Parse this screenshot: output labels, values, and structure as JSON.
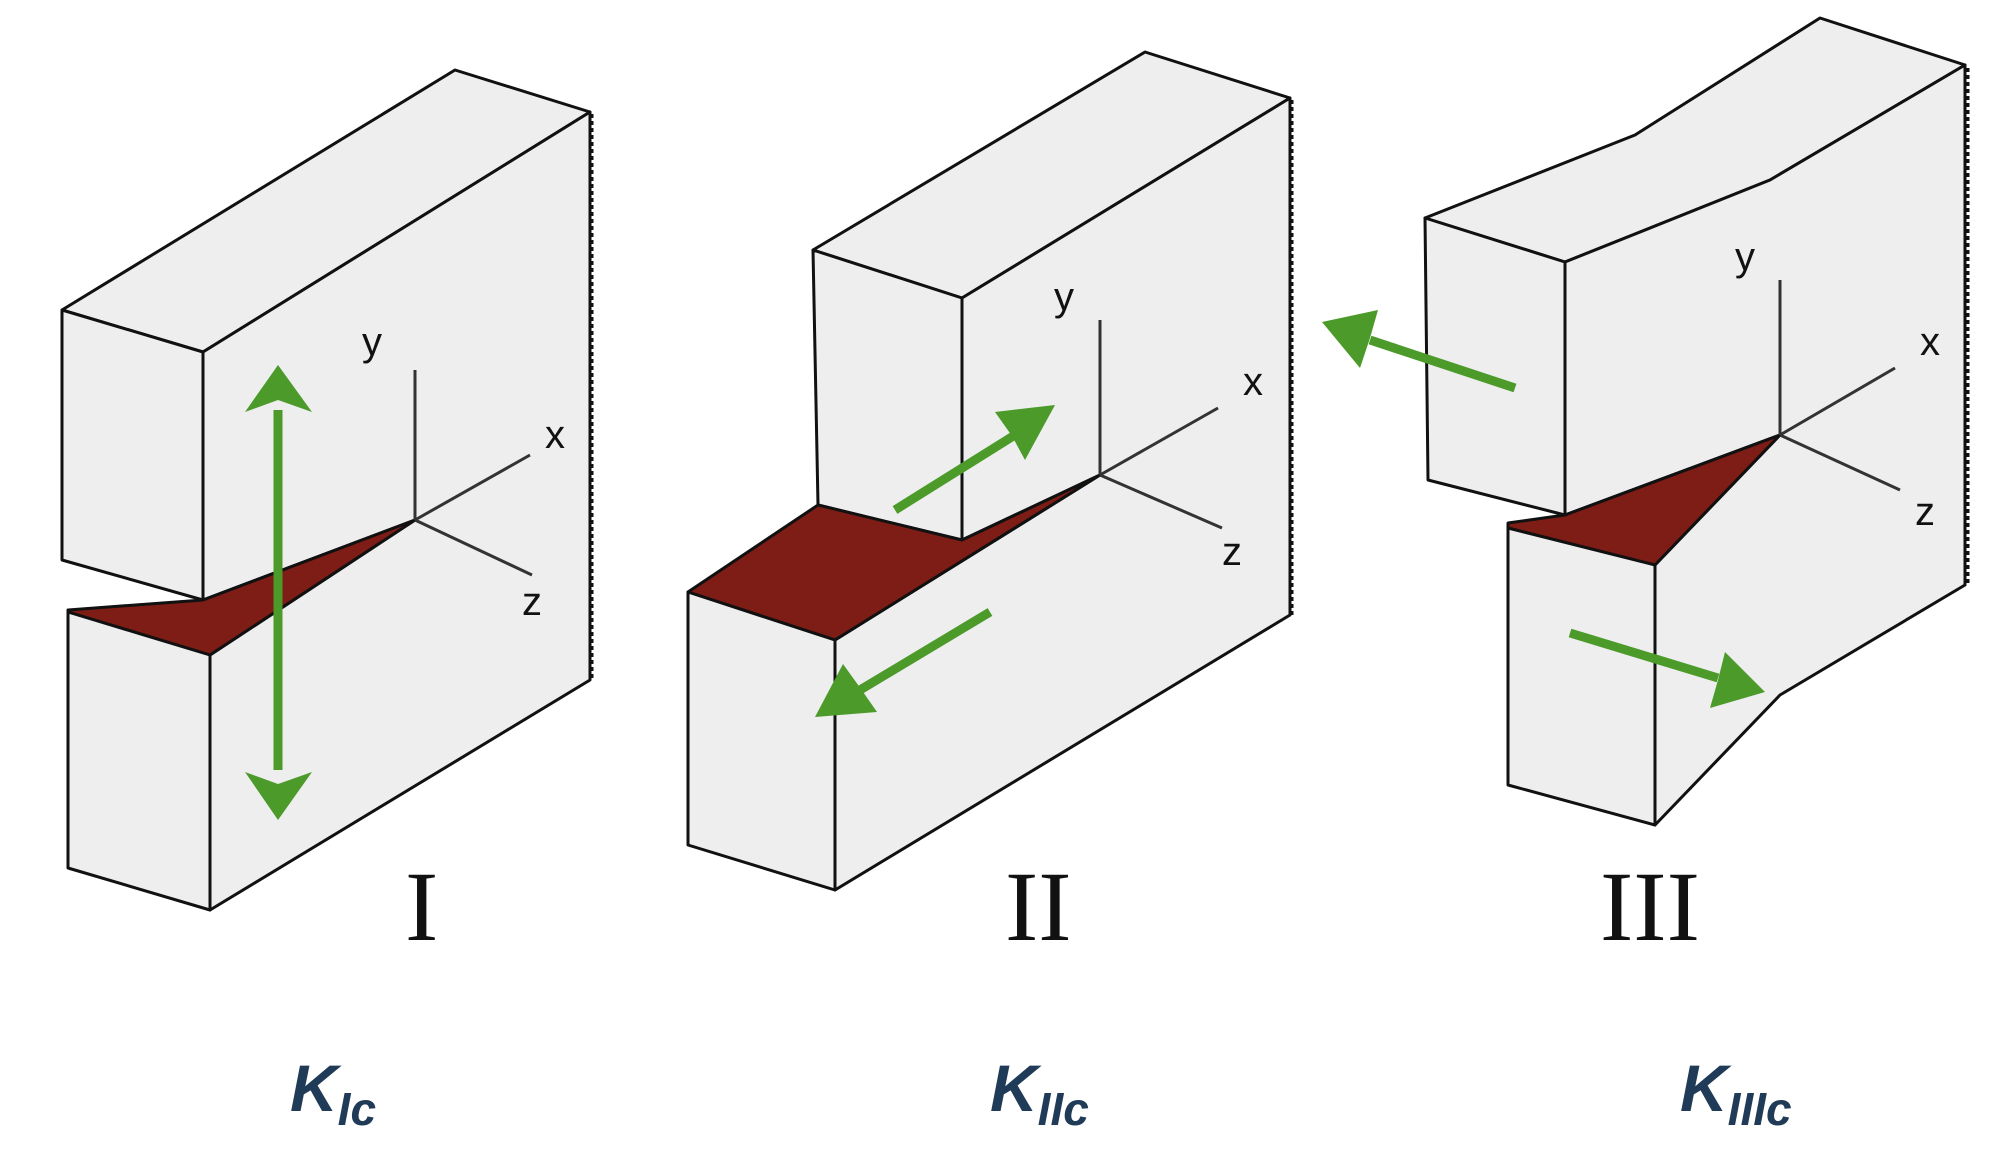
{
  "modes": [
    {
      "numeral": "I",
      "k_main": "K",
      "k_sub": "Ic"
    },
    {
      "numeral": "II",
      "k_main": "K",
      "k_sub": "IIc"
    },
    {
      "numeral": "III",
      "k_main": "K",
      "k_sub": "IIIc"
    }
  ],
  "axes": {
    "x": "x",
    "y": "y",
    "z": "z"
  },
  "colors": {
    "block": "#eeeeee",
    "crack": "#7e1c16",
    "arrow": "#4c9a2a",
    "label": "#1f3b57"
  }
}
